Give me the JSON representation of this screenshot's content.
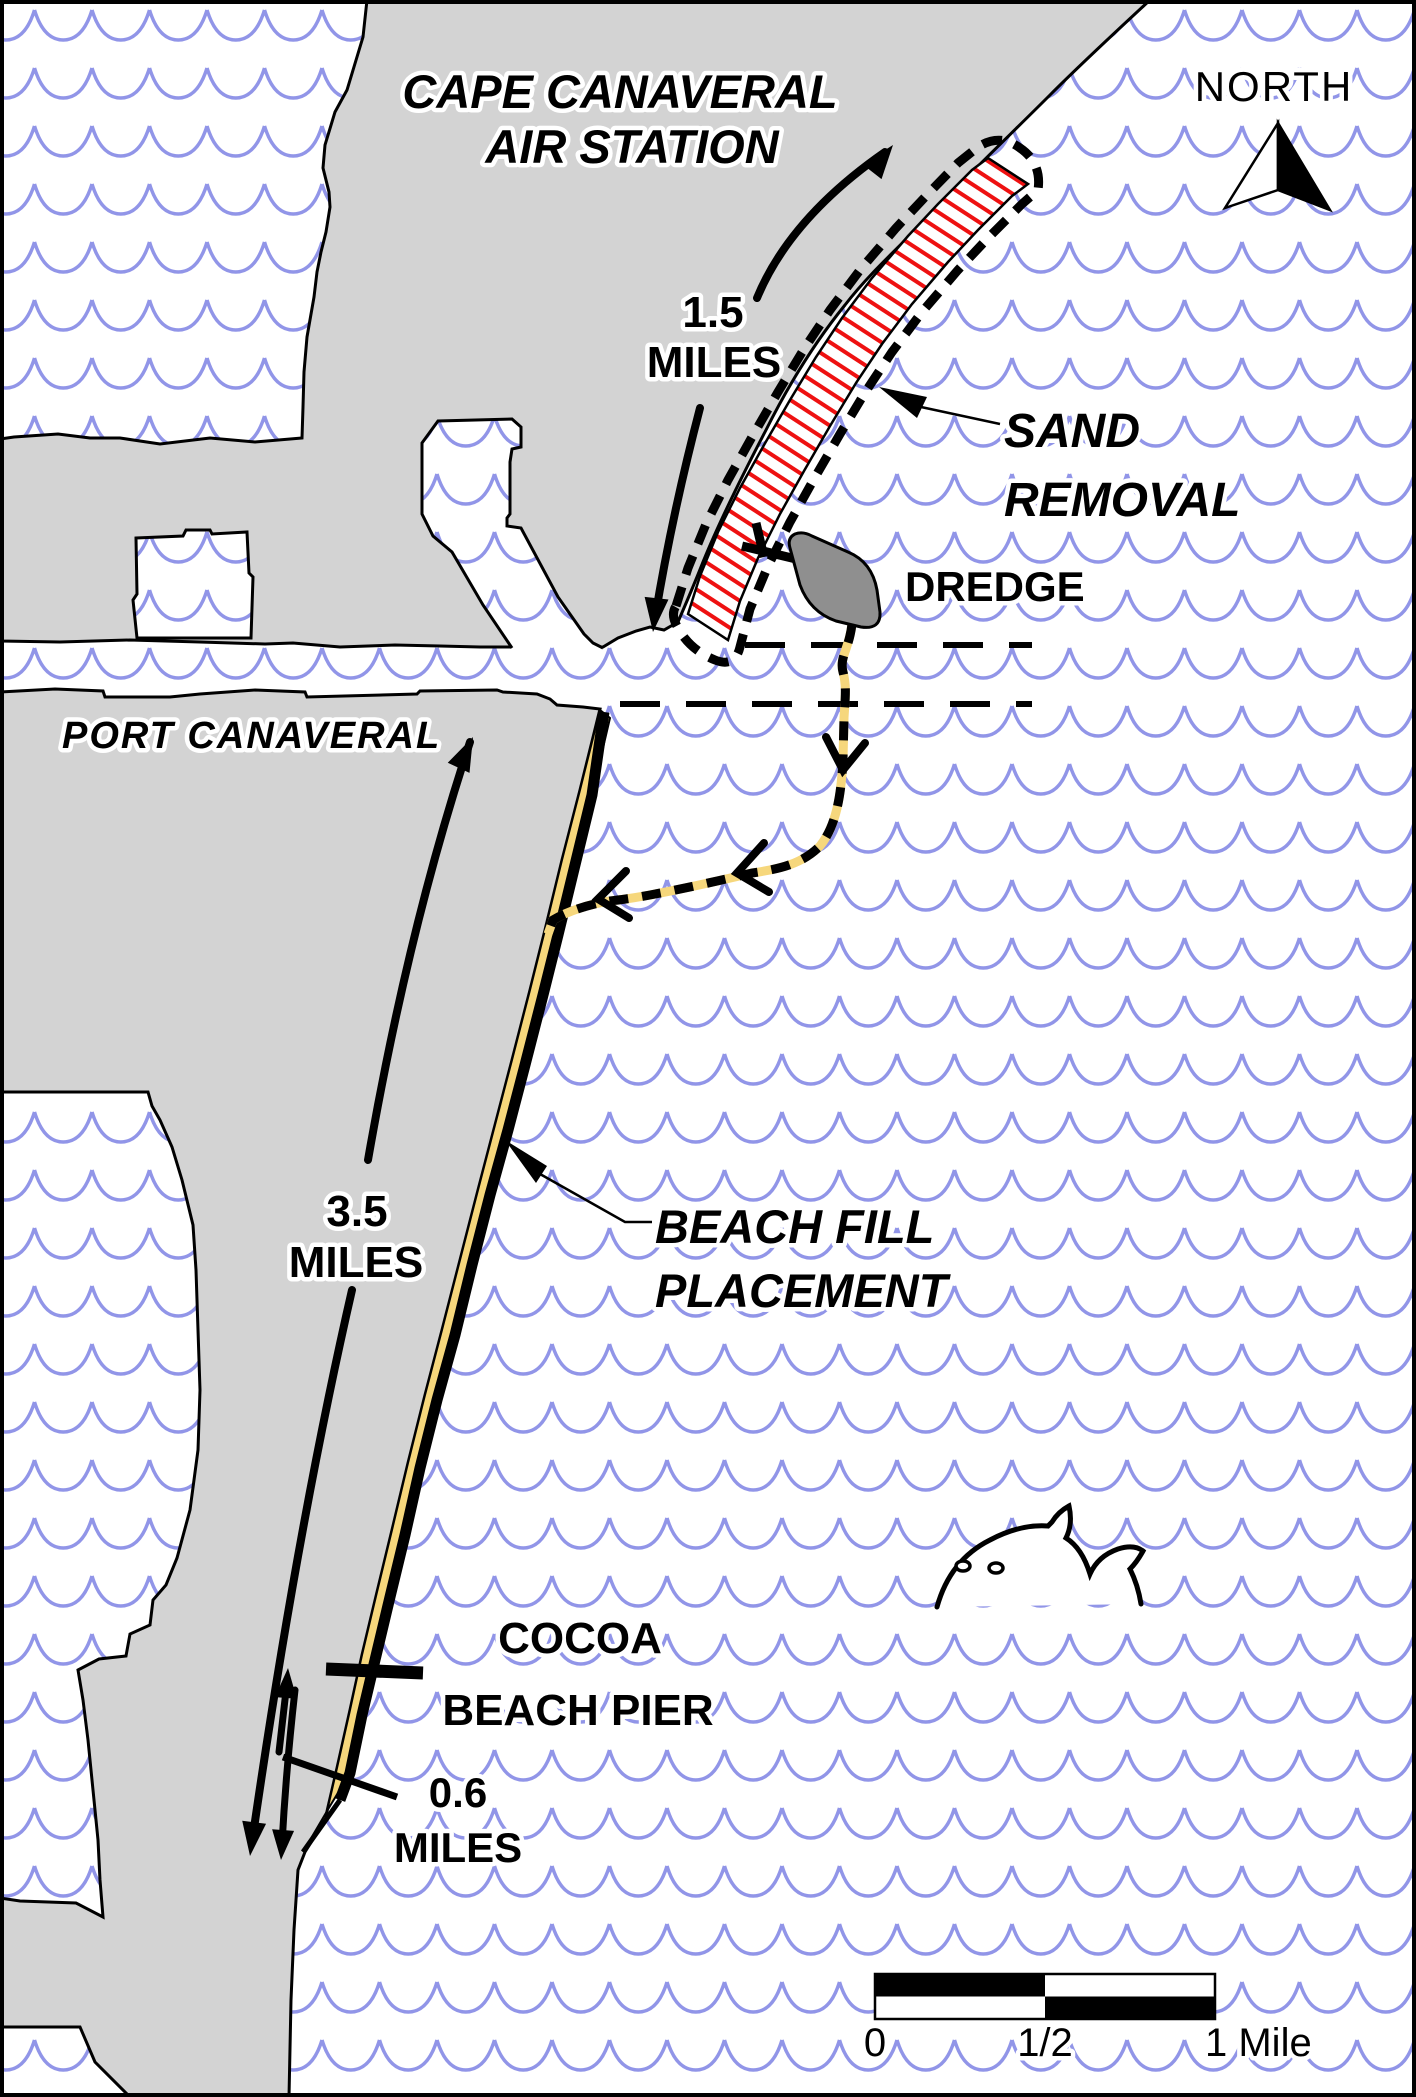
{
  "map": {
    "region_labels": {
      "cape_line1": "CAPE CANAVERAL",
      "cape_line2": "AIR STATION",
      "port": "PORT CANAVERAL"
    },
    "compass": {
      "label": "NORTH"
    },
    "annotations": {
      "sand_removal_line1": "SAND",
      "sand_removal_line2": "REMOVAL",
      "dredge": "DREDGE",
      "beach_fill_line1": "BEACH FILL",
      "beach_fill_line2": "PLACEMENT",
      "pier_line1": "COCOA",
      "pier_line2": "BEACH PIER"
    },
    "measurements": {
      "north_span_value": "1.5",
      "north_span_unit": "MILES",
      "south_span_value": "3.5",
      "south_span_unit": "MILES",
      "pier_span_value": "0.6",
      "pier_span_unit": "MILES"
    },
    "scale_bar": {
      "tick_zero": "0",
      "tick_half": "1/2",
      "tick_one": "1 Mile"
    },
    "colors": {
      "land": "#d3d3d3",
      "water_wave": "#9195e8",
      "beach_fill": "#f6d77c",
      "sand_removal_hatch": "#ee1111",
      "dredge_fill": "#8f8f8f",
      "outline": "#000000"
    }
  }
}
